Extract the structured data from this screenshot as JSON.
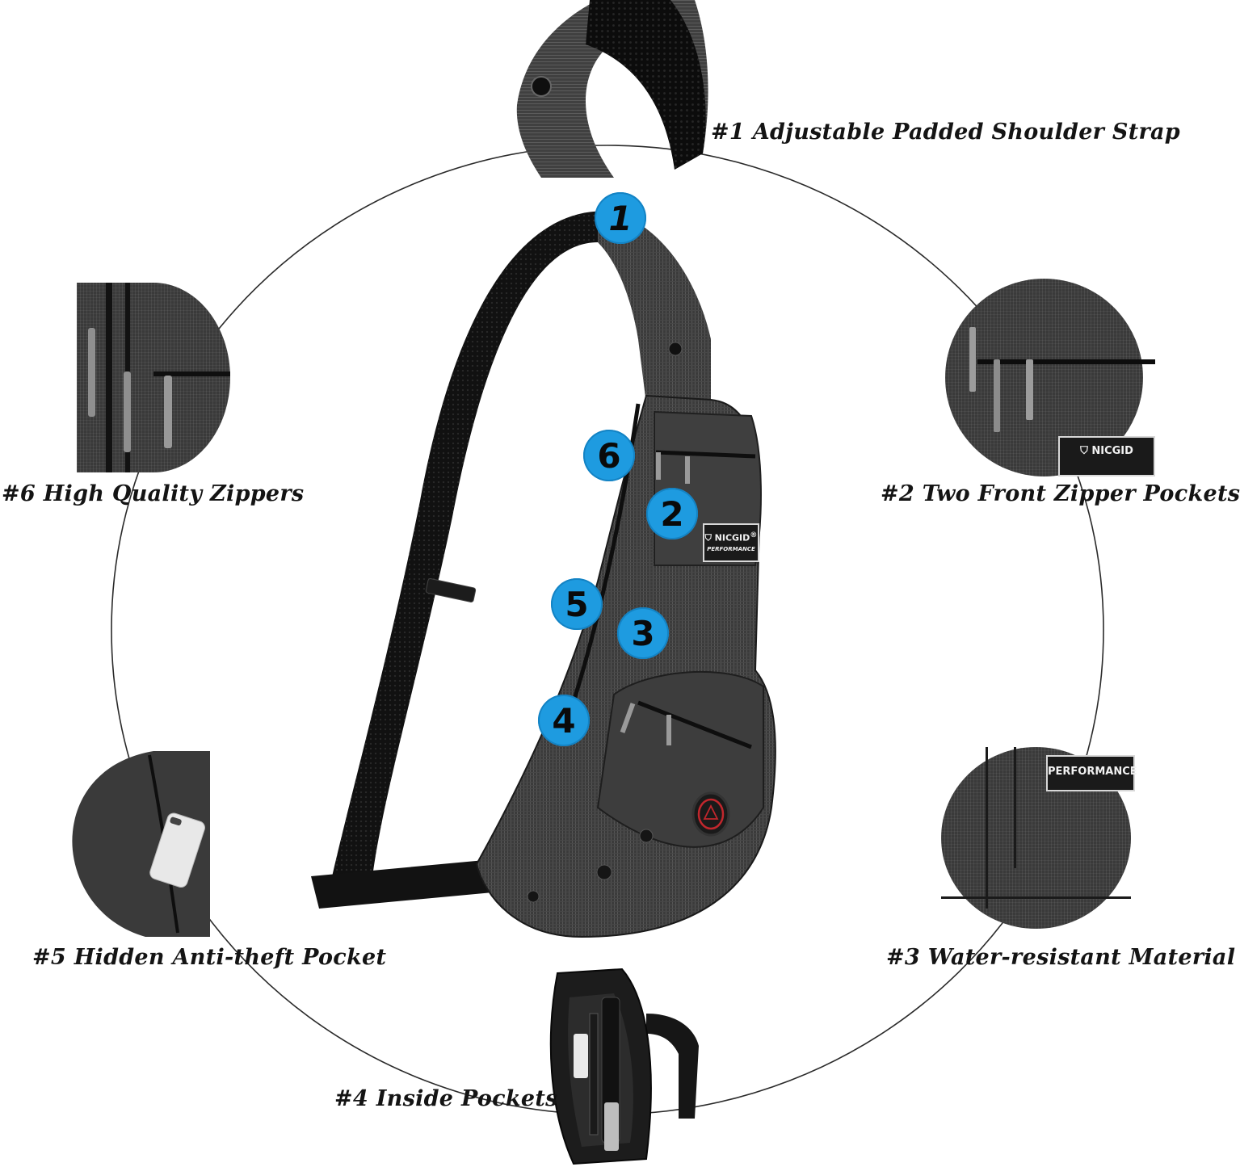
{
  "infographic": {
    "product": "Sling Chest Bag",
    "brand": {
      "logo_text": "NICGID",
      "logo_mark": "®",
      "tagline": "PERFORMANCE"
    },
    "badge_color": "#1e9be0",
    "badges": [
      {
        "number": "1"
      },
      {
        "number": "2"
      },
      {
        "number": "3"
      },
      {
        "number": "4"
      },
      {
        "number": "5"
      },
      {
        "number": "6"
      }
    ],
    "features": [
      {
        "id": "1",
        "label": "#1 Adjustable Padded Shoulder Strap",
        "image": "padded-strap-closeup"
      },
      {
        "id": "2",
        "label": "#2 Two Front Zipper Pockets",
        "image": "front-pockets-closeup"
      },
      {
        "id": "3",
        "label": "#3 Water-resistant Material",
        "image": "fabric-closeup"
      },
      {
        "id": "4",
        "label": "#4 Inside Pockets",
        "image": "open-bag-interior"
      },
      {
        "id": "5",
        "label": "#5 Hidden Anti-theft Pocket",
        "image": "hidden-pocket-phone"
      },
      {
        "id": "6",
        "label": "#6 High Quality Zippers",
        "image": "zippers-closeup"
      }
    ]
  }
}
